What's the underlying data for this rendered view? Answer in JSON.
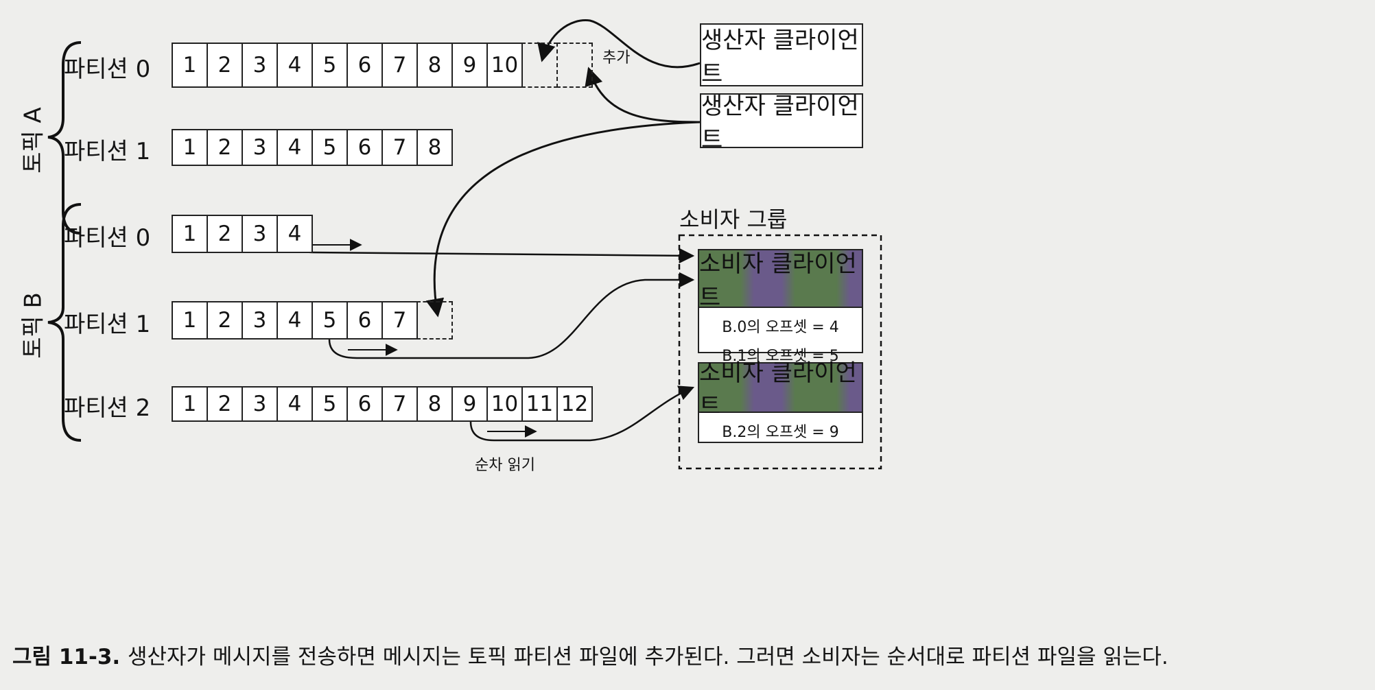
{
  "topics": [
    {
      "name": "토픽 A",
      "partitions": [
        {
          "label": "파티션 0",
          "cells": [
            "1",
            "2",
            "3",
            "4",
            "5",
            "6",
            "7",
            "8",
            "9",
            "10"
          ],
          "dashed_slots": 2
        },
        {
          "label": "파티션 1",
          "cells": [
            "1",
            "2",
            "3",
            "4",
            "5",
            "6",
            "7",
            "8"
          ],
          "dashed_slots": 0
        }
      ]
    },
    {
      "name": "토픽 B",
      "partitions": [
        {
          "label": "파티션 0",
          "cells": [
            "1",
            "2",
            "3",
            "4"
          ],
          "dashed_slots": 0
        },
        {
          "label": "파티션 1",
          "cells": [
            "1",
            "2",
            "3",
            "4",
            "5",
            "6",
            "7"
          ],
          "dashed_slots": 1
        },
        {
          "label": "파티션 2",
          "cells": [
            "1",
            "2",
            "3",
            "4",
            "5",
            "6",
            "7",
            "8",
            "9",
            "10",
            "11",
            "12"
          ],
          "dashed_slots": 0
        }
      ]
    }
  ],
  "producers": [
    "생산자 클라이언트",
    "생산자 클라이언트"
  ],
  "append_label": "추가",
  "consumer_group": {
    "title": "소비자 그룹",
    "consumers": [
      {
        "label": "소비자 클라이언트",
        "offsets": [
          "B.0의 오프셋 = 4",
          "B.1의 오프셋 = 5"
        ]
      },
      {
        "label": "소비자 클라이언트",
        "offsets": [
          "B.2의 오프셋 = 9"
        ]
      }
    ]
  },
  "sequential_read_label": "순차 읽기",
  "caption": {
    "number": "그림 11-3.",
    "text": "생산자가 메시지를 전송하면 메시지는 토픽 파티션 파일에 추가된다. 그러면 소비자는 순서대로 파티션 파일을 읽는다."
  }
}
